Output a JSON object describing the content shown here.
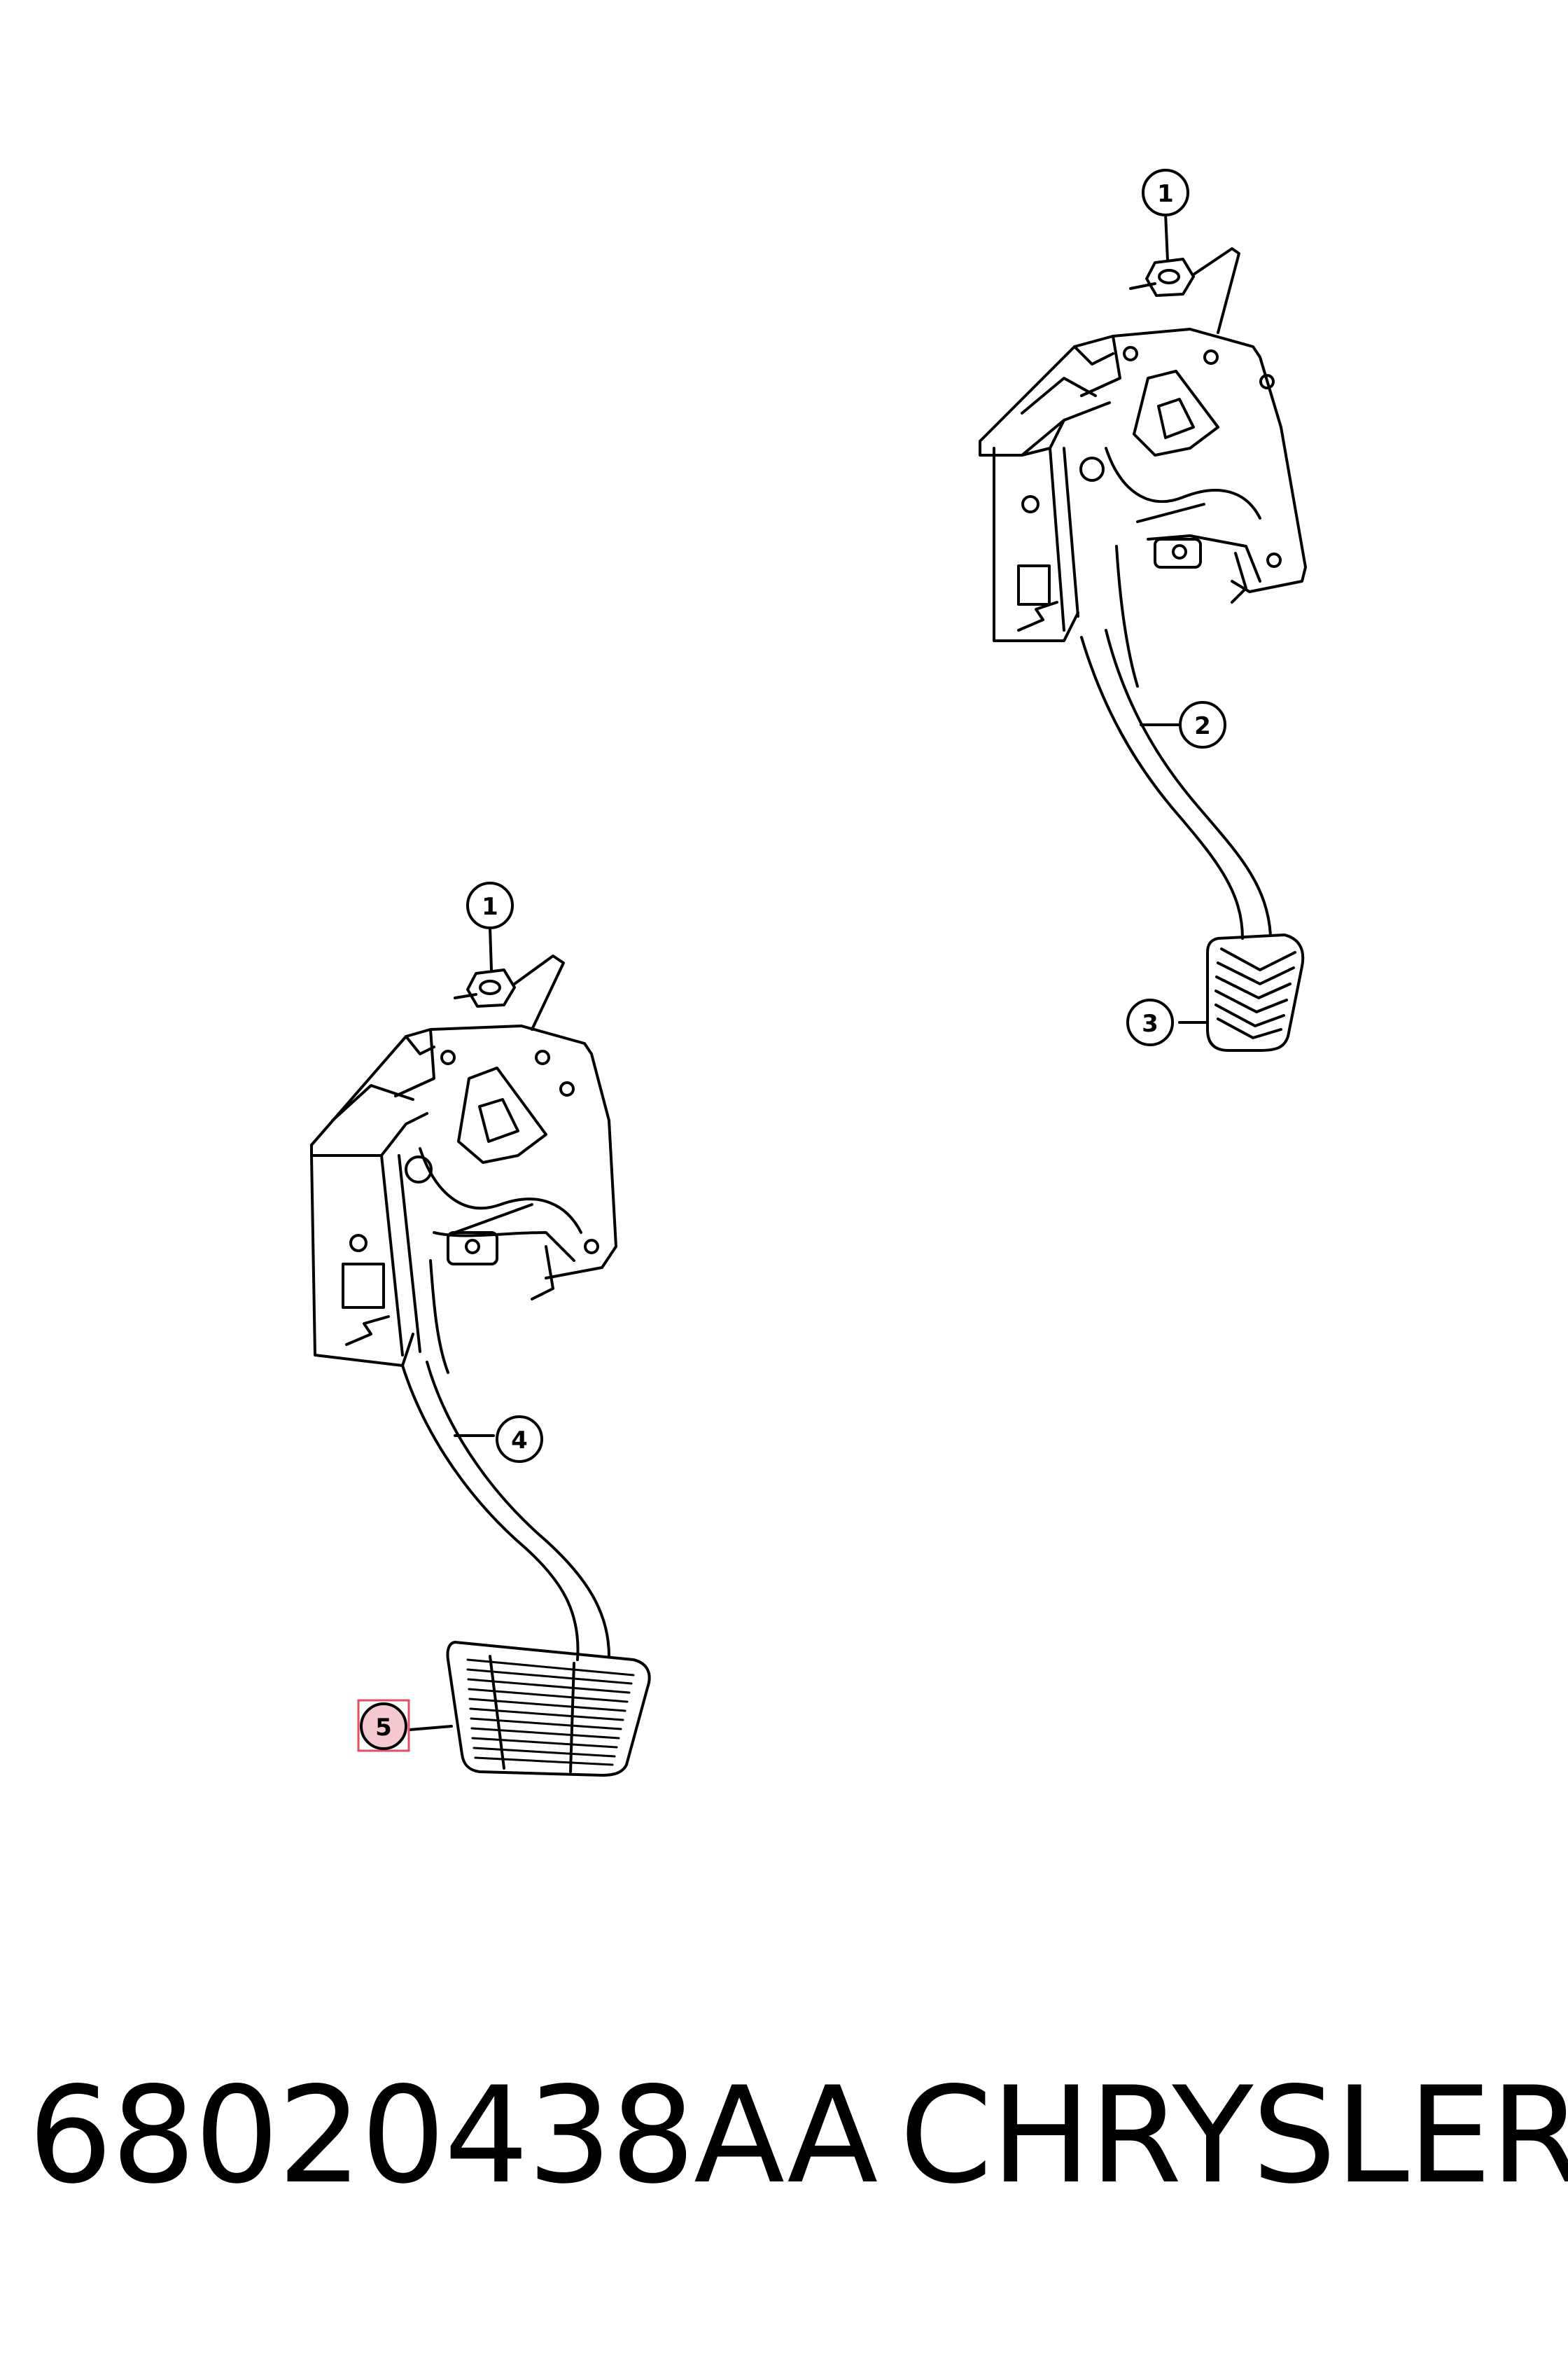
{
  "callouts": [
    {
      "id": "callout-1-upper",
      "label": "1"
    },
    {
      "id": "callout-2",
      "label": "2"
    },
    {
      "id": "callout-3",
      "label": "3"
    },
    {
      "id": "callout-1-lower",
      "label": "1"
    },
    {
      "id": "callout-4",
      "label": "4"
    },
    {
      "id": "callout-5",
      "label": "5",
      "highlighted": true
    }
  ],
  "footer": {
    "part_number": "68020438AA",
    "brand": "CHRYSLER"
  },
  "colors": {
    "line": "#000000",
    "background": "#ffffff",
    "highlight_stroke": "#e05060",
    "highlight_fill": "#f6c8d0"
  }
}
